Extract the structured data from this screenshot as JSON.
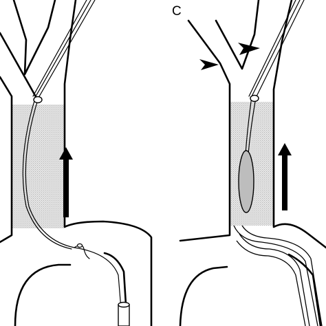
{
  "panels": [
    {
      "id": "left",
      "label": ""
    },
    {
      "id": "right",
      "label": "C"
    }
  ],
  "colors": {
    "stroke": "#000000",
    "stenosis_fill": "#d9d9d9",
    "balloon_fill": "#bdbdbd",
    "arrow_fill": "#000000"
  },
  "icons": {
    "flow_direction": "up-arrow-icon",
    "marker": "arrowhead-marker-icon"
  }
}
